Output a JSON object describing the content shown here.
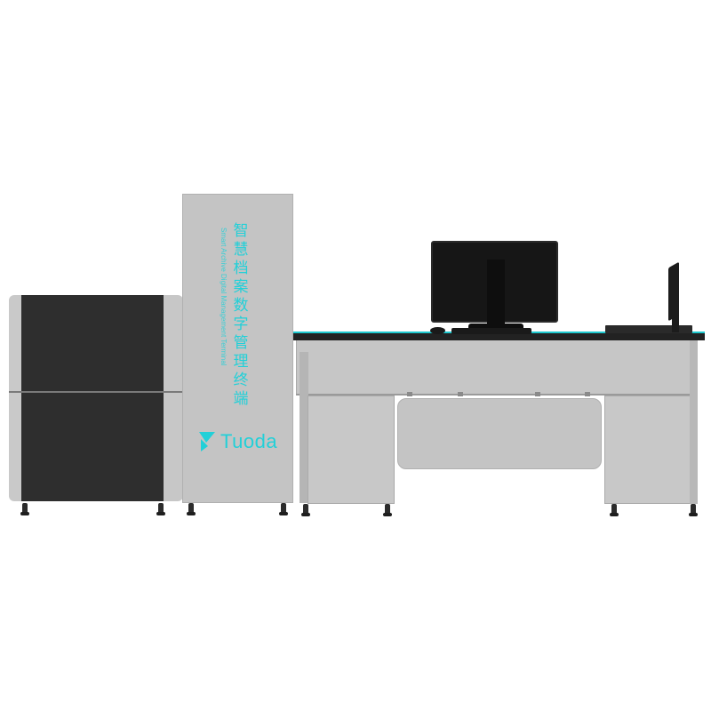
{
  "scene": "Tuoda terminal",
  "tower": {
    "title_cn": "智慧档案数字管理终端",
    "subtitle_en": "Smart Archive Digital Management Terminal",
    "brand": "Tuoda",
    "brand_color": "#22d0d8"
  },
  "colors": {
    "cabinet_dark": "#2e2e2e",
    "body_grey": "#c4c4c4",
    "accent_cyan": "#1ec9cf"
  }
}
